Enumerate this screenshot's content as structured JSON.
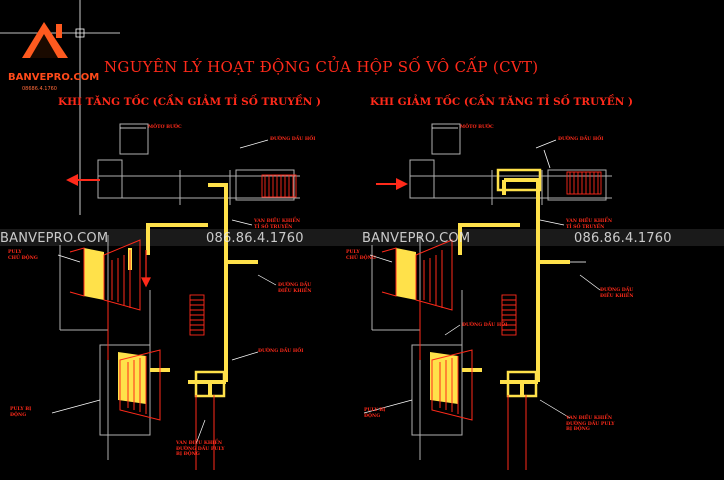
{
  "logo": {
    "name": "BANVEPRO.COM",
    "phone": "08686.4.1760"
  },
  "title": "NGUYÊN LÝ HOẠT ĐỘNG CỦA HỘP SỐ VÔ CẤP (CVT)",
  "left_heading": "KHI TĂNG TỐC (CẦN GIẢM TỈ SỐ   TRUYỀN )",
  "right_heading": "KHI GIẢM TỐC (CẦN TĂNG TỈ SỐ   TRUYỀN )",
  "watermark": {
    "site": "BANVEPRO.COM",
    "phone": "086.86.4.1760"
  },
  "labels": {
    "motor": "MÔTƠ BƯỚC",
    "oil_return": "ĐƯỜNG DẦU HỒI",
    "control_valve": [
      "VAN ĐIỀU KHIỂN",
      "TỈ SỐ TRUYỀN"
    ],
    "drive_pulley": [
      "PULY",
      "CHỦ ĐỘNG"
    ],
    "control_oil": [
      "ĐƯỜNG DẦU",
      "ĐIỀU KHIỂN"
    ],
    "driven_pulley": [
      "PULY BỊ",
      "ĐỘNG"
    ],
    "driven_valve": [
      "VAN ĐIỀU KHIỂN",
      "ĐƯỜNG DẦU PULY",
      "BỊ ĐỘNG"
    ]
  },
  "colors": {
    "red": "#ff2a1a",
    "yellow": "#ffe14a",
    "gray": "#b8b8b8",
    "white": "#f0f0f0"
  }
}
